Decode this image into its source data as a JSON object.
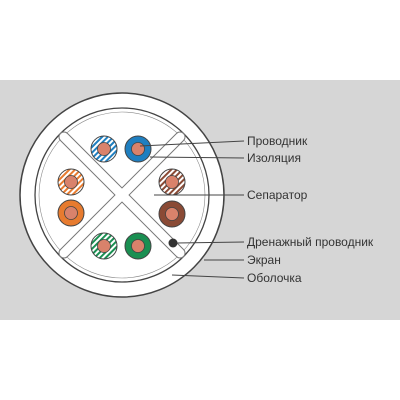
{
  "labels": {
    "conductor": "Проводник",
    "insulation": "Изоляция",
    "separator": "Сепаратор",
    "drain_wire": "Дренажный проводник",
    "shield": "Экран",
    "jacket": "Оболочка"
  },
  "colors": {
    "background": "#d6d6d6",
    "jacket": "#ffffff",
    "outline": "#444444",
    "copper": "#d9826b",
    "blue": "#1f7fc0",
    "orange": "#e77b2f",
    "brown": "#8a4a35",
    "green": "#1a8f52",
    "drain": "#333333"
  },
  "pairs": [
    {
      "pair": "blue",
      "members": [
        "white-blue",
        "blue"
      ]
    },
    {
      "pair": "brown",
      "members": [
        "white-brown",
        "brown"
      ]
    },
    {
      "pair": "green",
      "members": [
        "white-green",
        "green"
      ]
    },
    {
      "pair": "orange",
      "members": [
        "white-orange",
        "orange"
      ]
    }
  ]
}
